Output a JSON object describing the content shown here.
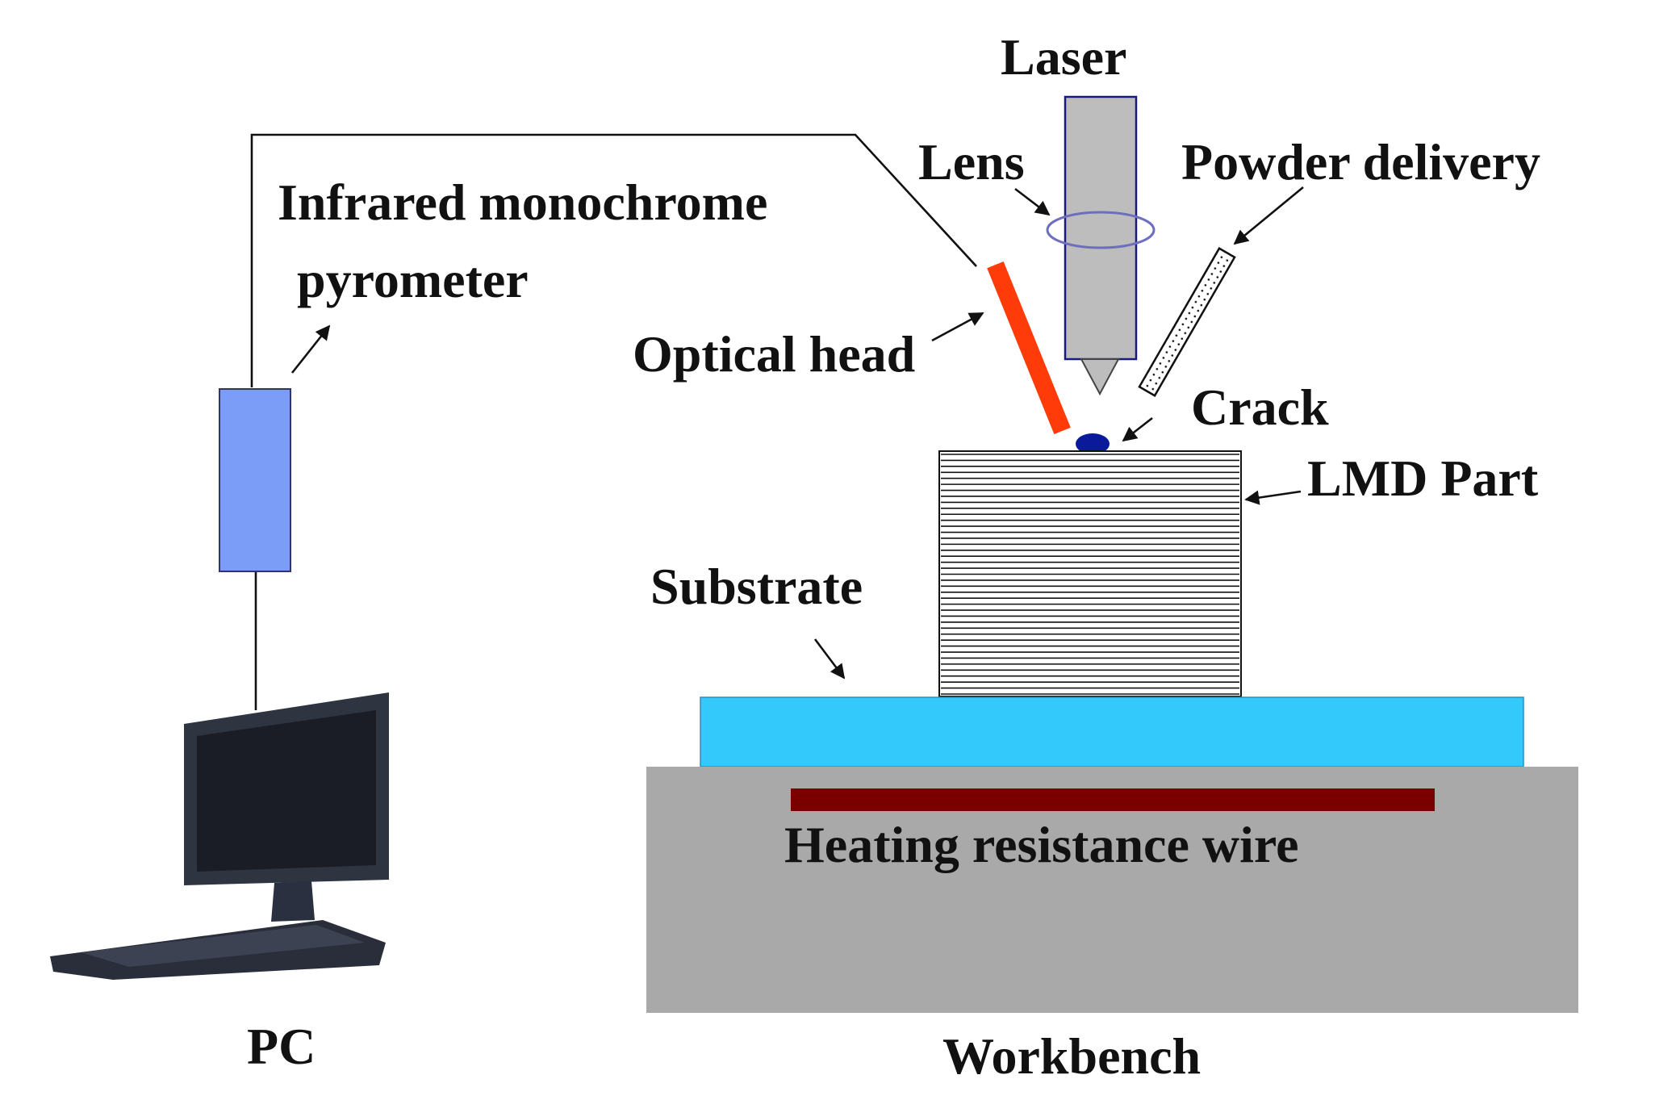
{
  "labels": {
    "laser": "Laser",
    "lens": "Lens",
    "powder_delivery": "Powder delivery",
    "pyrometer_line1": "Infrared monochrome",
    "pyrometer_line2": "pyrometer",
    "optical_head": "Optical head",
    "crack": "Crack",
    "lmd_part": "LMD Part",
    "substrate": "Substrate",
    "heating_wire": "Heating resistance wire",
    "pc": "PC",
    "workbench": "Workbench"
  },
  "colors": {
    "pyrometer": "#7b9cf7",
    "optical_head": "#ff3b0a",
    "laser": "#bdbdbd",
    "laser_outline": "#1a1a7a",
    "lens": "#6e6ec0",
    "crack": "#0b1a9a",
    "substrate": "#33c9fb",
    "workbench": "#a9a9a9",
    "heating_wire": "#7a0000"
  },
  "lmd_layers": 40
}
